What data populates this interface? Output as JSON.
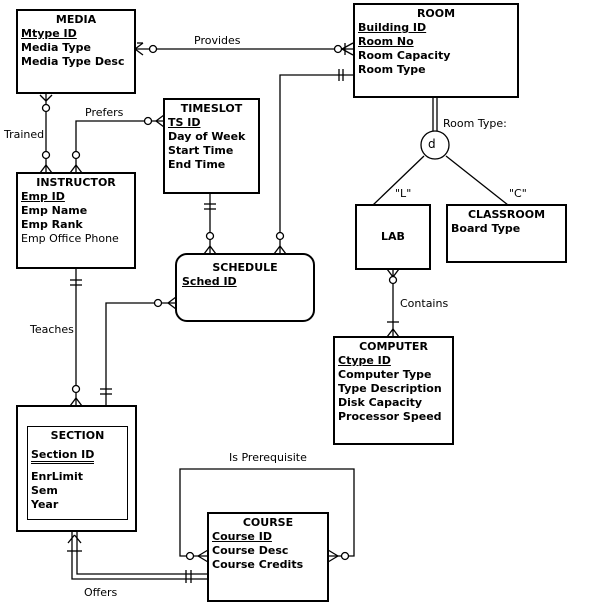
{
  "entities": {
    "media": {
      "title": "MEDIA",
      "key": "Mtype ID",
      "attrs": [
        "Media Type",
        "Media Type Desc"
      ]
    },
    "room": {
      "title": "ROOM",
      "keys": [
        "Building ID",
        "Room No"
      ],
      "attrs": [
        "Room Capacity",
        "Room Type"
      ]
    },
    "timeslot": {
      "title": "TIMESLOT",
      "key": "TS ID",
      "attrs": [
        "Day of Week",
        "Start Time",
        "End Time"
      ]
    },
    "instructor": {
      "title": "INSTRUCTOR",
      "key": "Emp ID",
      "attrs_bold": [
        "Emp Name",
        "Emp Rank"
      ],
      "attr_plain": "Emp Office Phone"
    },
    "schedule": {
      "title": "SCHEDULE",
      "key": "Sched ID"
    },
    "lab": {
      "title": "LAB"
    },
    "classroom": {
      "title": "CLASSROOM",
      "attrs": [
        "Board Type"
      ]
    },
    "computer": {
      "title": "COMPUTER",
      "key": "Ctype ID",
      "attrs": [
        "Computer Type",
        "Type Description",
        "Disk Capacity",
        "Processor Speed"
      ]
    },
    "section": {
      "title": "SECTION",
      "key": "Section ID",
      "attrs": [
        "EnrLimit",
        "Sem",
        "Year"
      ]
    },
    "course": {
      "title": "COURSE",
      "key": "Course ID",
      "attrs": [
        "Course Desc",
        "Course Credits"
      ]
    }
  },
  "relationships": {
    "provides": "Provides",
    "prefers": "Prefers",
    "trained": "Trained",
    "teaches": "Teaches",
    "contains": "Contains",
    "is_prerequisite": "Is Prerequisite",
    "offers": "Offers"
  },
  "subtype": {
    "label": "Room Type:",
    "symbol": "d",
    "lab_code": "\"L\"",
    "classroom_code": "\"C\""
  }
}
